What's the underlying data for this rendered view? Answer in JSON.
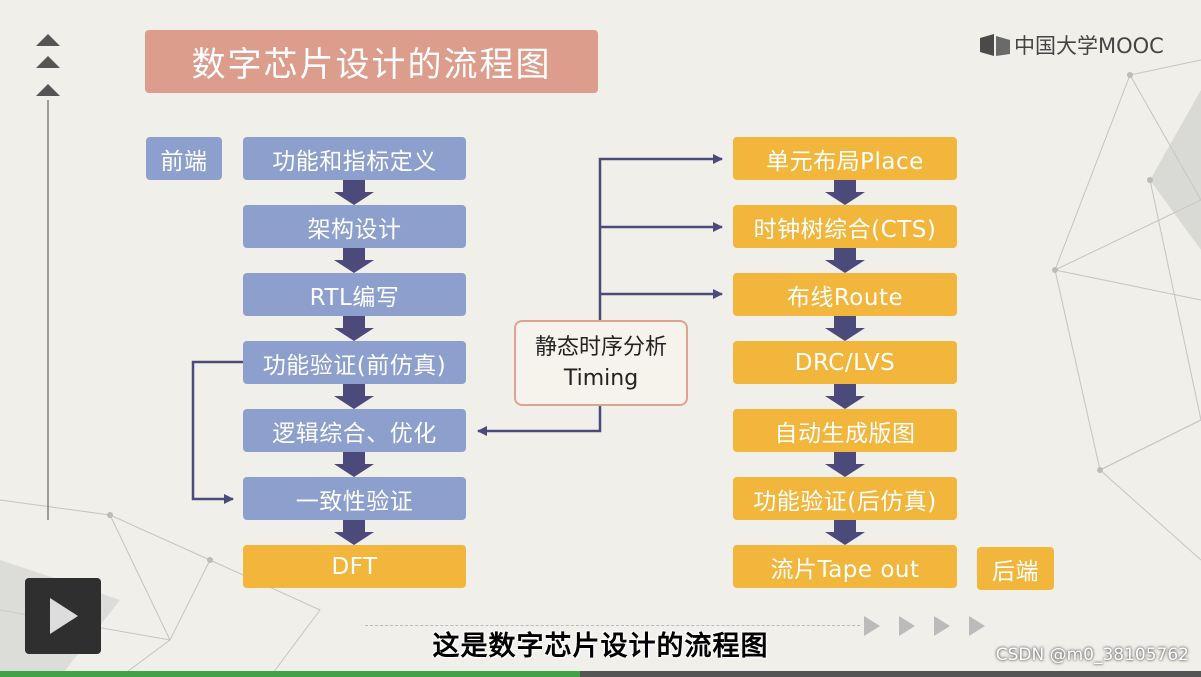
{
  "title": "数字芯片设计的流程图",
  "logo": {
    "text": "中国大学MOOC",
    "icon": "mooc-book-icon"
  },
  "labels": {
    "frontend": "前端",
    "backend": "后端"
  },
  "front_steps": [
    "功能和指标定义",
    "架构设计",
    "RTL编写",
    "功能验证(前仿真)",
    "逻辑综合、优化",
    "一致性验证",
    "DFT"
  ],
  "back_steps": [
    "单元布局Place",
    "时钟树综合(CTS)",
    "布线Route",
    "DRC/LVS",
    "自动生成版图",
    "功能验证(后仿真)",
    "流片Tape out"
  ],
  "timing": {
    "line1": "静态时序分析",
    "line2": "Timing"
  },
  "subtitle": "这是数字芯片设计的流程图",
  "watermark": "CSDN @m0_38105762",
  "colors": {
    "blue": "#8c9fcd",
    "orange": "#f1b63b",
    "title": "#dd9d8c",
    "arrow": "#4c4a7a"
  }
}
